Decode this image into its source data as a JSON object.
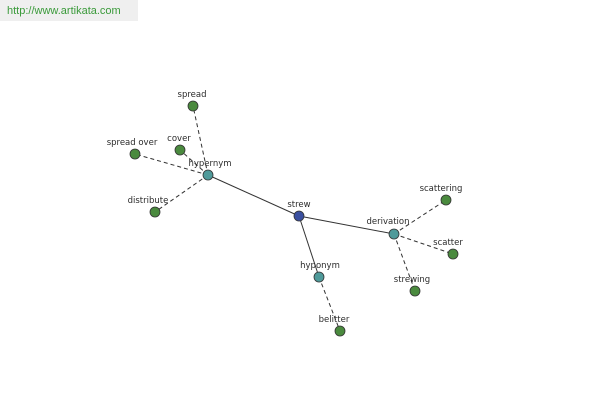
{
  "source_url": "http://www.artikata.com",
  "colors": {
    "center": "#3a4fa0",
    "relation": "#4f9a9a",
    "word": "#4a8a3e",
    "edge": "#333333"
  },
  "graph": {
    "center": {
      "id": "strew",
      "label": "strew",
      "kind": "center"
    },
    "relations": [
      {
        "id": "hypernym",
        "label": "hypernym",
        "kind": "relation"
      },
      {
        "id": "hyponym",
        "label": "hyponym",
        "kind": "relation"
      },
      {
        "id": "derivation",
        "label": "derivation",
        "kind": "relation"
      }
    ],
    "words": [
      {
        "id": "spread",
        "label": "spread",
        "relation": "hypernym"
      },
      {
        "id": "cover",
        "label": "cover",
        "relation": "hypernym"
      },
      {
        "id": "spread-over",
        "label": "spread over",
        "relation": "hypernym"
      },
      {
        "id": "distribute",
        "label": "distribute",
        "relation": "hypernym"
      },
      {
        "id": "belittler",
        "label": "belitter",
        "relation": "hyponym"
      },
      {
        "id": "scattering",
        "label": "scattering",
        "relation": "derivation"
      },
      {
        "id": "scatter",
        "label": "scatter",
        "relation": "derivation"
      },
      {
        "id": "strewing",
        "label": "strewing",
        "relation": "derivation"
      }
    ]
  }
}
